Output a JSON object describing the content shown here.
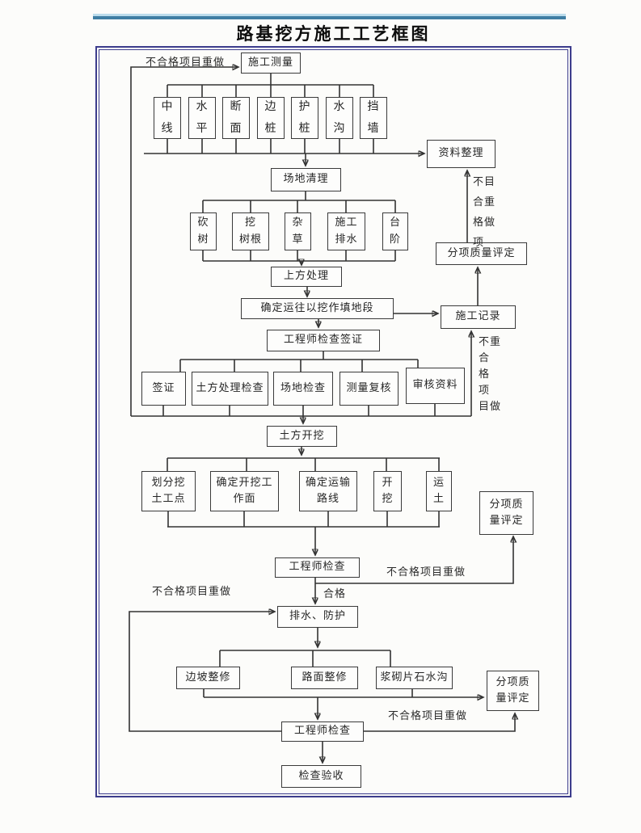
{
  "title": "路基挖方施工工艺框图",
  "colors": {
    "top_bar_light": "#bcdcec",
    "top_bar_dark": "#3f7ea3",
    "frame": "#3c3c8c",
    "line": "#333333"
  },
  "nodes": {
    "survey": "施工测量",
    "centerline": "中\n线",
    "level": "水\n平",
    "cross_section": "断\n面",
    "edge_stake": "边\n桩",
    "guard_stake": "护\n桩",
    "ditch": "水\n沟",
    "retaining_wall": "挡\n墙",
    "data_arrange": "资料整理",
    "site_clearing": "场地清理",
    "cut_trees": "砍\n树",
    "dig_roots": "挖\n树根",
    "weeds": "杂\n草",
    "construction_drainage": "施工\n排水",
    "steps": "台\n阶",
    "soil_treatment": "上方处理",
    "confirm_haul_section": "确定运往以挖作填地段",
    "construction_record": "施工记录",
    "engineer_check_sign": "工程师检查签证",
    "quality_eval_top": "分项质量评定",
    "sign": "签证",
    "soil_treatment_check": "土方处理检查",
    "site_check": "场地检查",
    "survey_recheck": "测量复核",
    "review_data": "审核资料",
    "excavation": "土方开挖",
    "divide_dig_points": "划分挖\n土工点",
    "confirm_work_face": "确定开挖工\n作面",
    "confirm_route": "确定运输\n路线",
    "dig": "开\n挖",
    "haul_soil": "运\n土",
    "quality_eval_mid": "分项质\n量评定",
    "engineer_check_1": "工程师检查",
    "drainage_protection": "排水、防护",
    "slope_repair": "边坡整修",
    "pavement_repair": "路面整修",
    "masonry_ditch": "浆砌片石水沟",
    "quality_eval_bottom": "分项质\n量评定",
    "engineer_check_2": "工程师检查",
    "inspection_acceptance": "检查验收"
  },
  "labels": {
    "redo_top": "不合格项目重做",
    "redo_vertical_1": "不目\n合重\n格做\n项",
    "redo_vertical_2": "不重\n合\n格\n项\n目做",
    "redo_mid_right": "不合格项目重做",
    "pass": "合格",
    "redo_mid_left": "不合格项目重做",
    "redo_bottom_right": "不合格项目重做"
  }
}
